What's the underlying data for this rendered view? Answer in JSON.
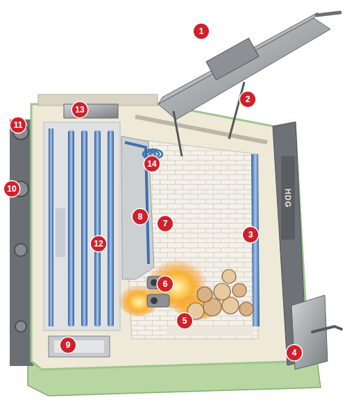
{
  "diagram": {
    "labels": [
      "1",
      "2",
      "3",
      "4",
      "5",
      "6",
      "7",
      "8",
      "9",
      "10",
      "11",
      "12",
      "13",
      "14",
      "HDG"
    ]
  }
}
